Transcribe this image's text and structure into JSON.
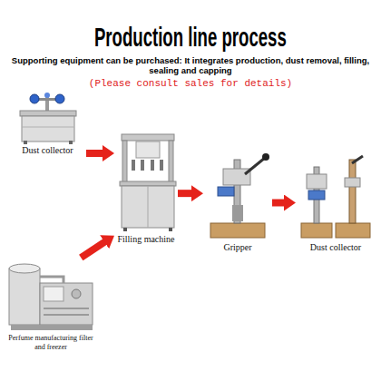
{
  "diagram": {
    "title": "Production line process",
    "nodes": [
      {
        "text": [
          "Dust collector"
        ]
      },
      {
        "text": [
          "Perfume manufacturing filter and freezer"
        ]
      },
      {
        "text": [
          "Filling machine"
        ]
      },
      {
        "text": [
          "Gripper"
        ]
      },
      {
        "text": [
          "Dust collector"
        ]
      }
    ],
    "edges": [
      {
        "from": 0,
        "to": 2,
        "arrow": "to"
      },
      {
        "from": 1,
        "to": 2,
        "arrow": "to"
      },
      {
        "from": 2,
        "to": 3,
        "arrow": "to"
      },
      {
        "from": 3,
        "to": 4,
        "arrow": "to"
      }
    ],
    "labels": [
      "Supporting equipment can be purchased: It integrates production, dust removal, filling, sealing and capping",
      "(Please consult sales for details)"
    ]
  }
}
